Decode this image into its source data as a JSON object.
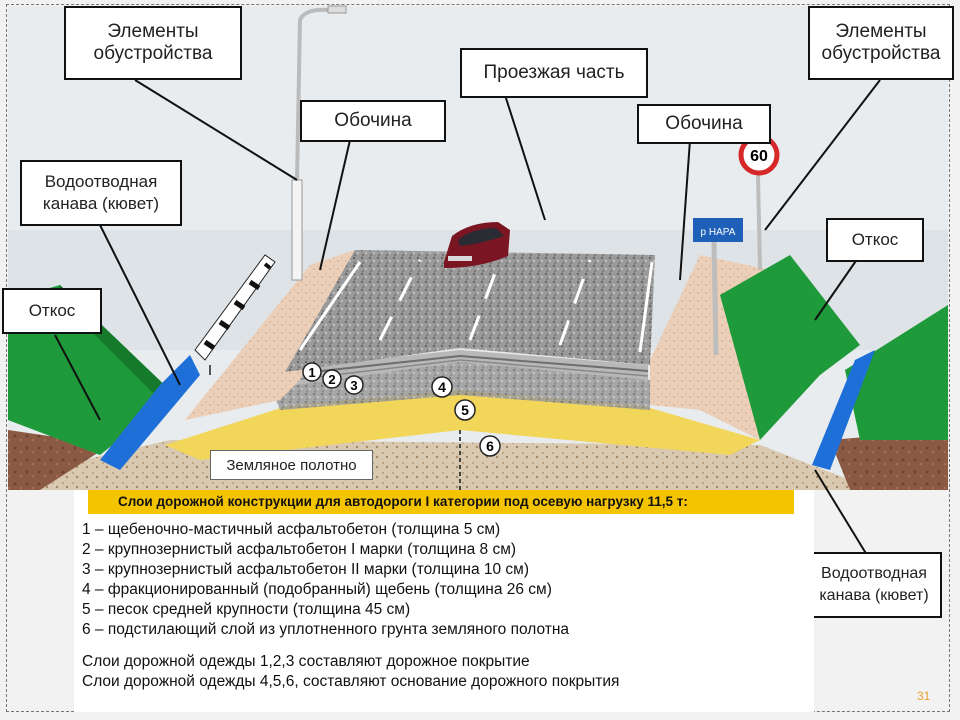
{
  "labels": {
    "elements_left": "Элементы обустройства",
    "elements_right": "Элементы обустройства",
    "carriageway": "Проезжая часть",
    "shoulder_left": "Обочина",
    "shoulder_right": "Обочина",
    "ditch_left": "Водоотводная канава (кювет)",
    "ditch_right": "Водоотводная канава (кювет)",
    "slope_left": "Откос",
    "slope_right": "Откос",
    "subgrade": "Земляное полотно",
    "speed_sign": "60",
    "direction_sign": "р НАРА"
  },
  "layer_markers": [
    "1",
    "2",
    "3",
    "4",
    "5",
    "6"
  ],
  "legend": {
    "title": "Слои дорожной конструкции для автодороги I категории под осевую нагрузку 11,5 т:",
    "items": [
      "1 – щебеночно-мастичный асфальтобетон (толщина 5 см)",
      "2 – крупнозернистый асфальтобетон I марки (толщина 8 см)",
      "3 – крупнозернистый асфальтобетон II марки (толщина 10 см)",
      "4 – фракционированный (подобранный) щебень (толщина 26 см)",
      "5 – песок средней крупности (толщина 45 см)",
      "6 – подстилающий слой из уплотненного грунта земляного полотна"
    ],
    "notes": [
      "Слои дорожной одежды 1,2,3 составляют дорожное покрытие",
      "Слои дорожной одежды 4,5,6, составляют основание дорожного покрытия"
    ]
  },
  "page_number": "31",
  "colors": {
    "grass": "#1f9a3a",
    "water": "#1e6fd8",
    "sand": "#f2d65a",
    "shoulder": "#eecdb4",
    "asphalt": "#8a8a8a",
    "legend_title_bg": "#f5c400"
  }
}
